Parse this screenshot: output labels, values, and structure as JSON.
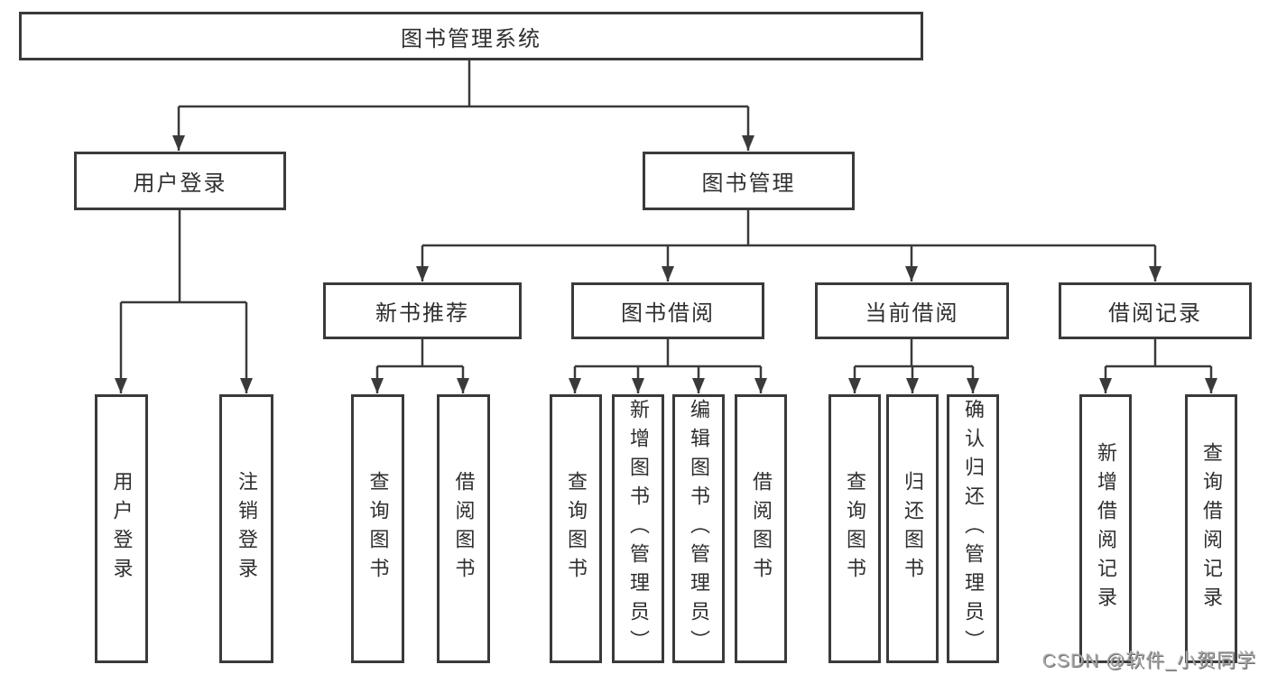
{
  "diagram": {
    "line_color": "#3a3a3a",
    "root": "图书管理系统",
    "branches": {
      "user_login": "用户登录",
      "book_mgmt": "图书管理"
    },
    "sections": {
      "new_book": "新书推荐",
      "borrow": "图书借阅",
      "current": "当前借阅",
      "records": "借阅记录"
    },
    "leaves": {
      "login": "用户登录",
      "logout": "注销登录",
      "nb_query": "查询图书",
      "nb_borrow": "借阅图书",
      "bb_query": "查询图书",
      "bb_add": "新增图书（管理员）",
      "bb_edit": "编辑图书（管理员）",
      "bb_borrow": "借阅图书",
      "cb_query": "查询图书",
      "cb_return": "归还图书",
      "cb_confirm": "确认归还（管理员）",
      "rec_add": "新增借阅记录",
      "rec_query": "查询借阅记录"
    }
  },
  "watermark": "CSDN @软件_小贺同学"
}
